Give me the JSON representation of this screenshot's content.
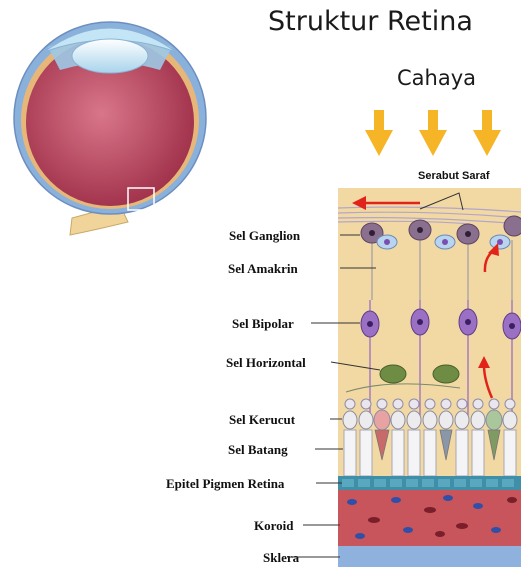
{
  "title": "Struktur Retina",
  "light_label": "Cahaya",
  "fiber_label": "Serabut Saraf",
  "layers": [
    {
      "id": "ganglion",
      "label": "Sel Ganglion"
    },
    {
      "id": "amakrin",
      "label": "Sel Amakrin"
    },
    {
      "id": "bipolar",
      "label": "Sel Bipolar"
    },
    {
      "id": "horizontal",
      "label": "Sel Horizontal"
    },
    {
      "id": "kerucut",
      "label": "Sel Kerucut"
    },
    {
      "id": "batang",
      "label": "Sel Batang"
    },
    {
      "id": "epitel",
      "label": "Epitel Pigmen Retina"
    },
    {
      "id": "koroid",
      "label": "Koroid"
    },
    {
      "id": "sklera",
      "label": "Sklera"
    }
  ],
  "colors": {
    "retina_bg": "#f2d9a4",
    "arrow_light": "#f6b526",
    "signal_arrow": "#e2231a",
    "neuron": "#9a6fc4",
    "rpe": "#3f8fa8",
    "choroid": "#c8545c",
    "sclera": "#8fb1dd"
  }
}
